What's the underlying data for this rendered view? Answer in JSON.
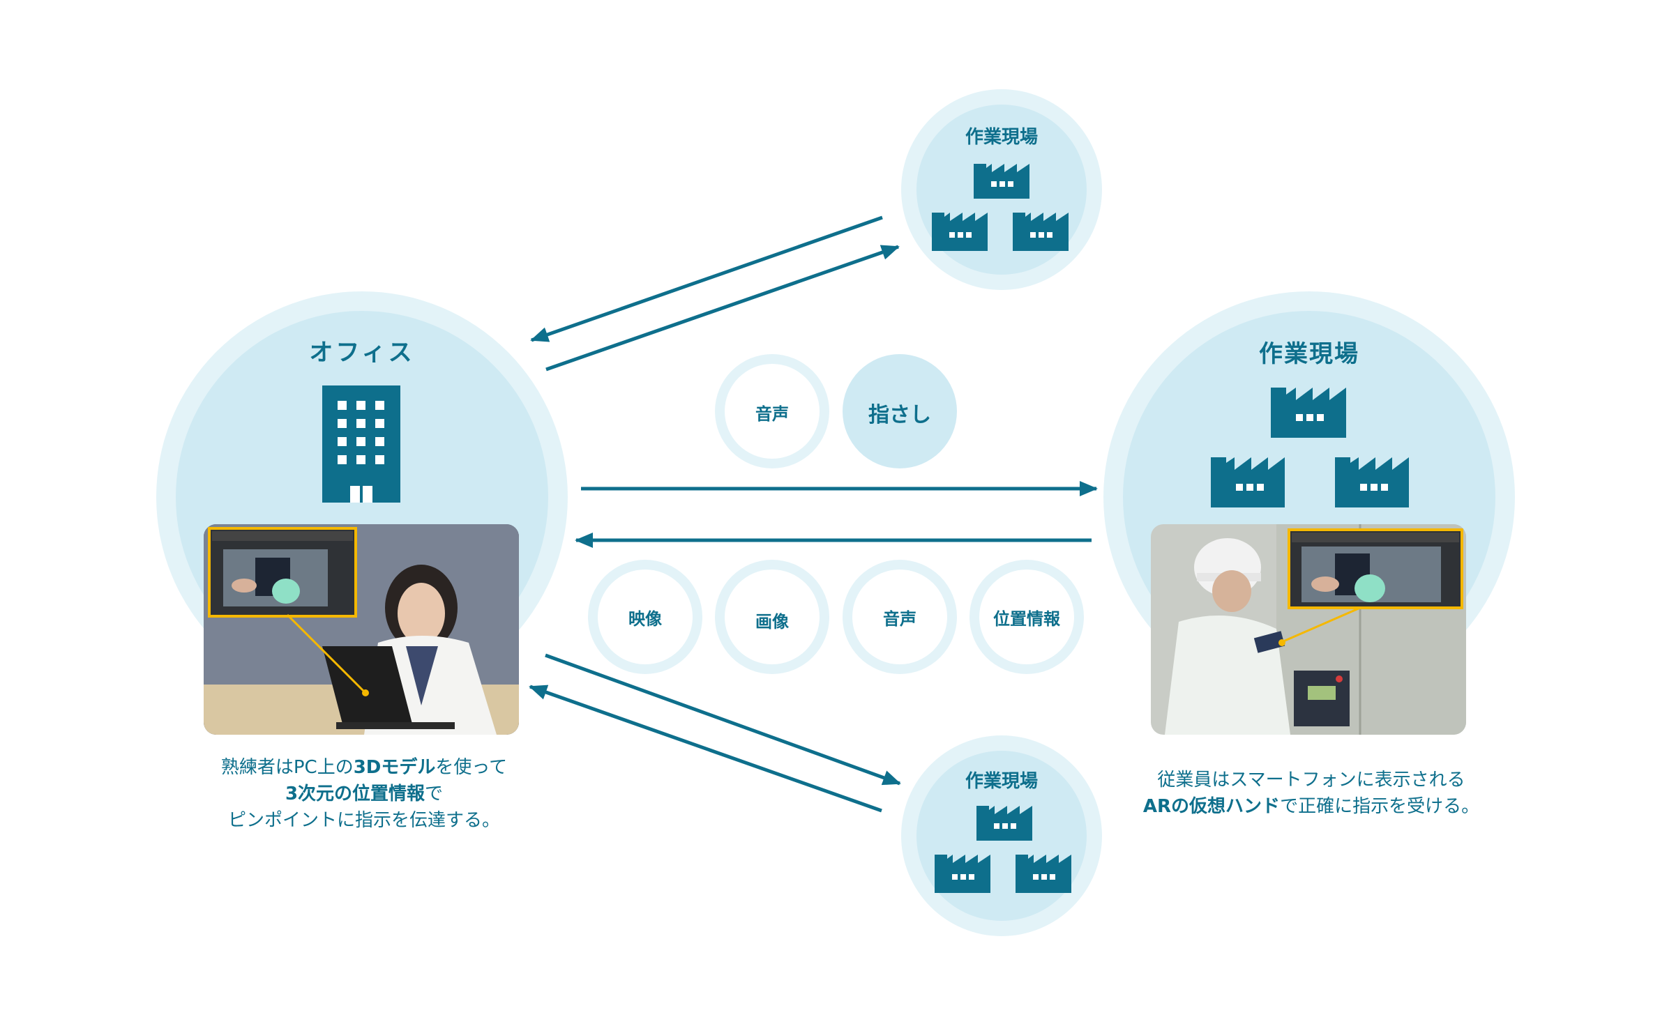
{
  "office": {
    "title": "オフィス",
    "caption_line1_a": "熟練者はPC上の",
    "caption_line1_b": "3Dモデル",
    "caption_line1_c": "を使って",
    "caption_line2_a": "3次元の位置情報",
    "caption_line2_b": "で",
    "caption_line3": "ピンポイントに指示を伝達する。"
  },
  "site_main": {
    "title": "作業現場",
    "caption_line1": "従業員はスマートフォンに表示される",
    "caption_line2_a": "ARの仮想ハンド",
    "caption_line2_b": "で正確に指示を受ける。"
  },
  "site_top": {
    "title": "作業現場"
  },
  "site_bottom": {
    "title": "作業現場"
  },
  "office_to_site": [
    {
      "label": "音声",
      "style": "ring"
    },
    {
      "label": "指さし",
      "style": "solid"
    }
  ],
  "site_to_office": [
    {
      "label": "映像",
      "style": "ring"
    },
    {
      "label": "画像",
      "style": "ring"
    },
    {
      "label": "音声",
      "style": "ring"
    },
    {
      "label": "位置情報",
      "style": "ring"
    }
  ],
  "colors": {
    "accent": "#0e6f8c",
    "circle_outer": "#e3f3f8",
    "circle_inner": "#cfeaf3",
    "highlight": "#f5b800"
  }
}
